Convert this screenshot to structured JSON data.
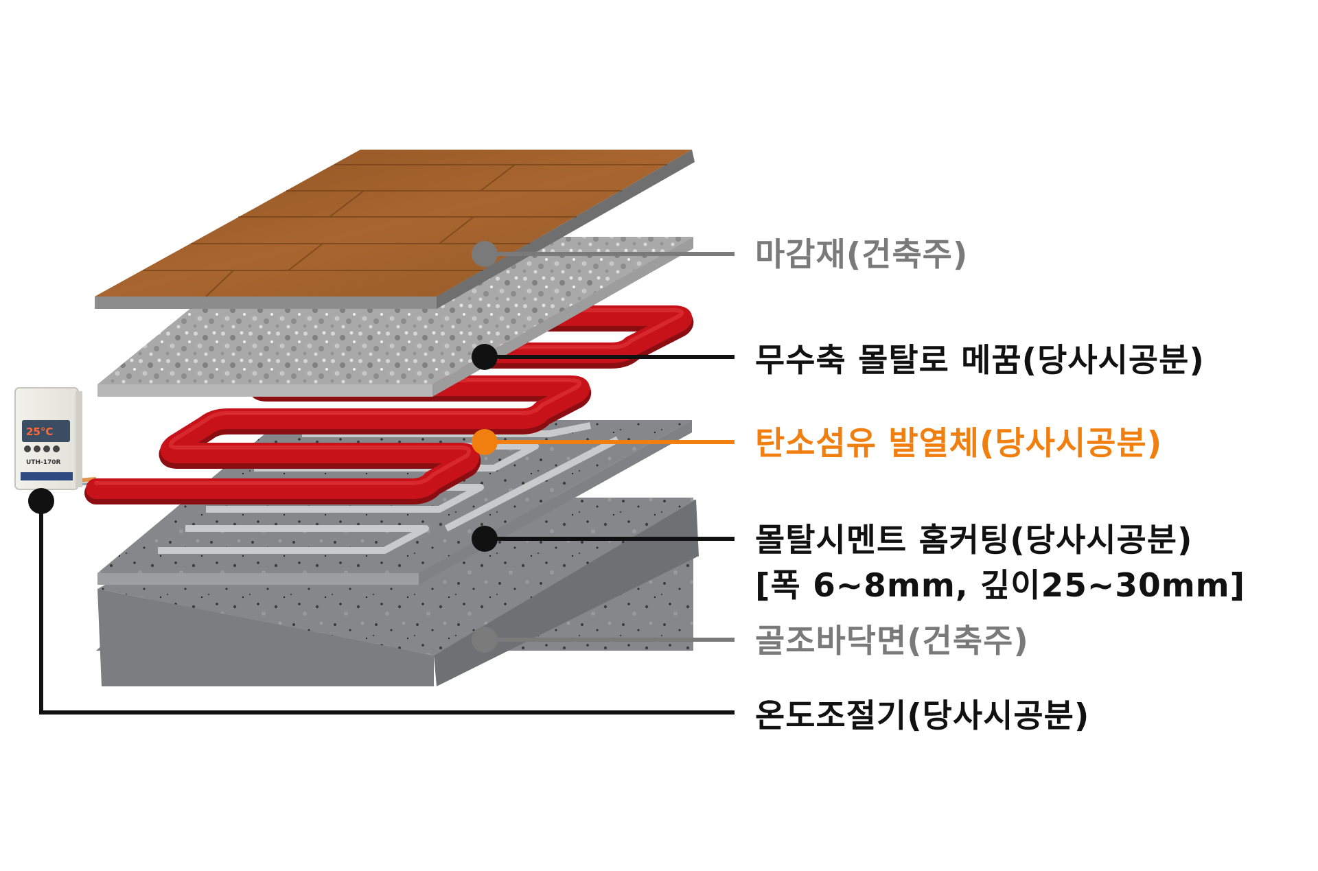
{
  "labels": {
    "finish": "마감재(건축주)",
    "mortar_fill": "무수축 몰탈로 메꿈(당사시공분)",
    "heater": "탄소섬유 발열체(당사시공분)",
    "groove_line1": "몰탈시멘트 홈커팅(당사시공분)",
    "groove_line2": "[폭 6~8mm, 깊이25~30mm]",
    "base_floor": "골조바닥면(건축주)",
    "thermostat": "온도조절기(당사시공분)"
  },
  "thermostat_device": {
    "display": "25°C",
    "model": "UTH-170R"
  },
  "colors": {
    "label_gray": "#7a7a7a",
    "label_black": "#111111",
    "label_orange": "#f07f10",
    "heater_red": "#c8121a",
    "wood": "#a0602b",
    "concrete": "#8a8b8d"
  }
}
